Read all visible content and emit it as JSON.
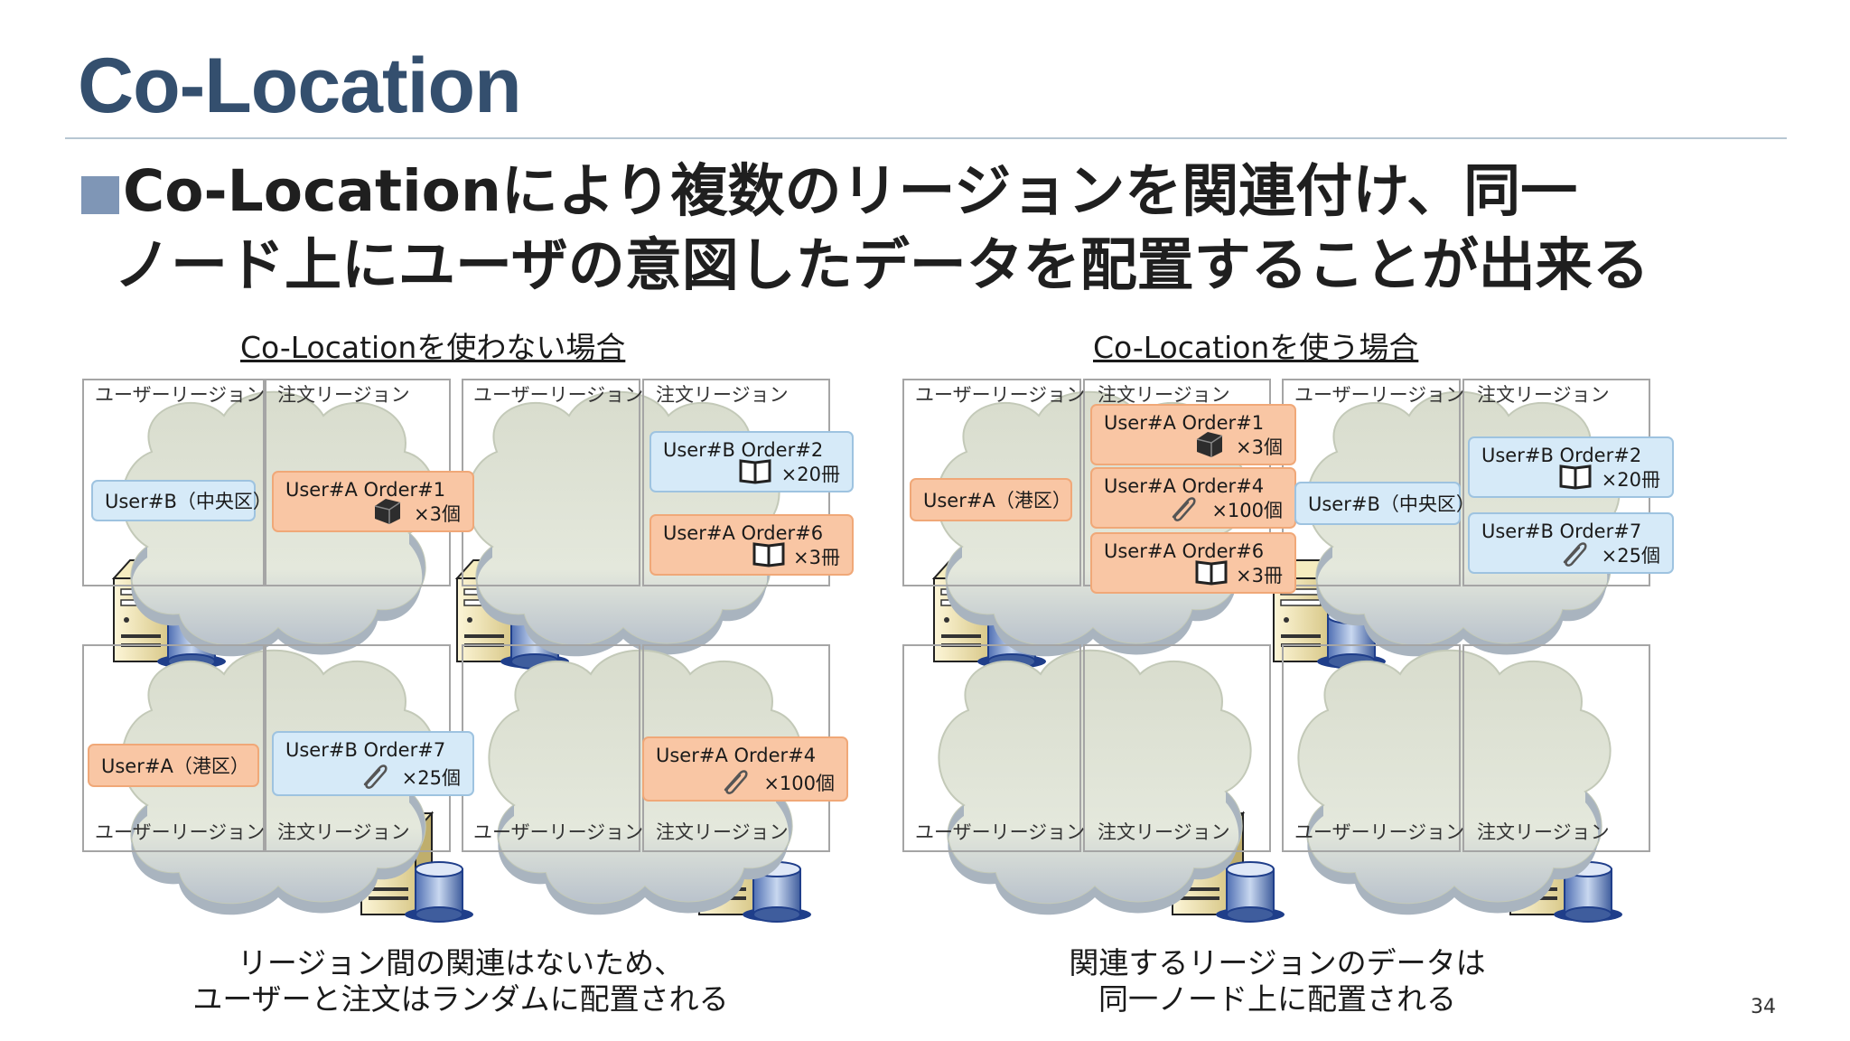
{
  "title": "Co-Location",
  "heading": {
    "line1": "Co-Locationにより複数のリージョンを関連付け、同一",
    "line2": "ノード上にユーザの意図したデータを配置することが出来る"
  },
  "labels": {
    "user_region": "ユーザーリージョン",
    "order_region": "注文リージョン"
  },
  "left": {
    "subtitle": "Co-Locationを使わない場合",
    "caption_line1": "リージョン間の関連はないため、",
    "caption_line2": "ユーザーと注文はランダムに配置される",
    "cards": [
      {
        "line1": "User#B（中央区）",
        "line2": "",
        "color": "blue"
      },
      {
        "line1": "User#A Order#1",
        "line2": "×3個",
        "icon": "hat-icon",
        "color": "orange"
      },
      {
        "line1": "User#B Order#2",
        "line2": "×20冊",
        "icon": "book-icon",
        "color": "blue"
      },
      {
        "line1": "User#A Order#6",
        "line2": "×3冊",
        "icon": "book-icon",
        "color": "orange"
      },
      {
        "line1": "User#A（港区）",
        "line2": "",
        "color": "orange"
      },
      {
        "line1": "User#B Order#7",
        "line2": "×25個",
        "icon": "clip-icon",
        "color": "blue"
      },
      {
        "line1": "User#A Order#4",
        "line2": "×100個",
        "icon": "clip-icon",
        "color": "orange"
      }
    ]
  },
  "right": {
    "subtitle": "Co-Locationを使う場合",
    "caption_line1": "関連するリージョンのデータは",
    "caption_line2": "同一ノード上に配置される",
    "cards": [
      {
        "line1": "User#A Order#1",
        "line2": "×3個",
        "icon": "hat-icon",
        "color": "orange"
      },
      {
        "line1": "User#A Order#4",
        "line2": "×100個",
        "icon": "clip-icon",
        "color": "orange"
      },
      {
        "line1": "User#A Order#6",
        "line2": "×3冊",
        "icon": "book-icon",
        "color": "orange"
      },
      {
        "line1": "User#A（港区）",
        "line2": "",
        "color": "orange"
      },
      {
        "line1": "User#B（中央区）",
        "line2": "",
        "color": "blue"
      },
      {
        "line1": "User#B Order#2",
        "line2": "×20冊",
        "icon": "book-icon",
        "color": "blue"
      },
      {
        "line1": "User#B Order#7",
        "line2": "×25個",
        "icon": "clip-icon",
        "color": "blue"
      }
    ]
  },
  "page_number": "34",
  "colors": {
    "title": "#344f6e",
    "orange_card": "#f9c6a4",
    "blue_card": "#d6eaf8",
    "cloud": "#dde3d3",
    "bullet": "#7f96b6"
  }
}
